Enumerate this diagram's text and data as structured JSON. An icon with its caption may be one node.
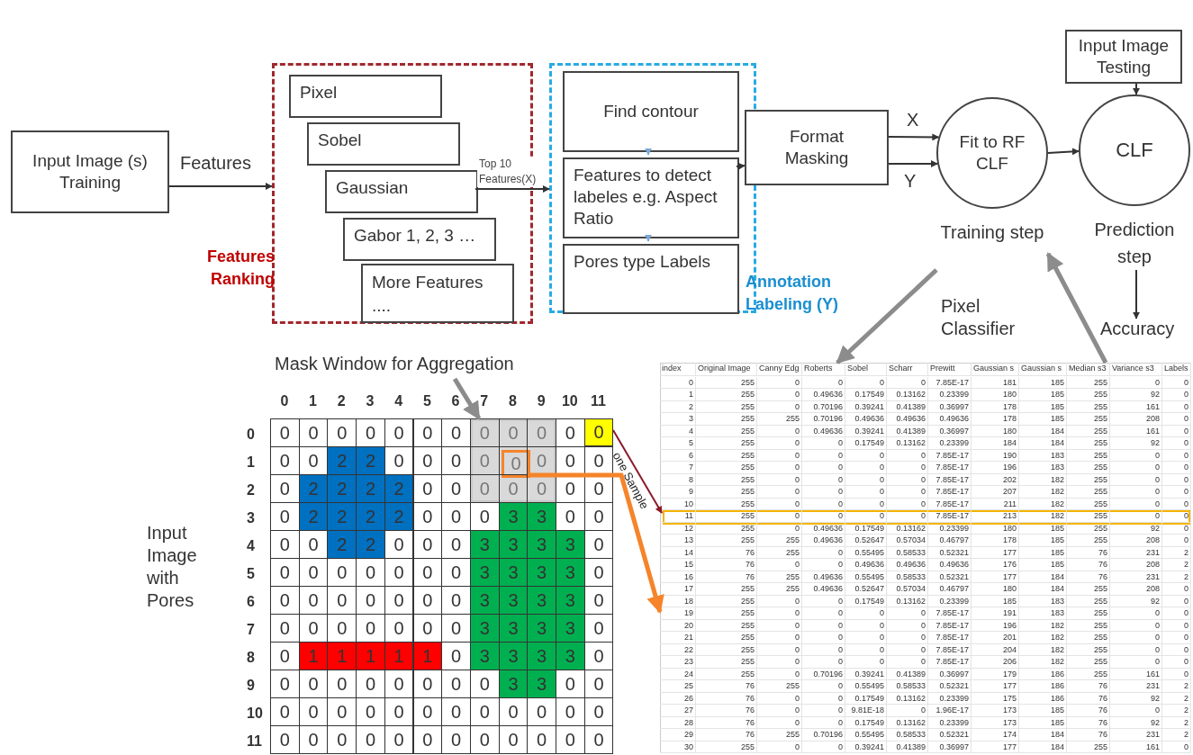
{
  "diagram": {
    "nodes": [
      {
        "text": [
          "Input Image (s) Training"
        ]
      },
      {
        "text": [
          "Features Ranking"
        ]
      },
      {
        "text": [
          "Pixel"
        ],
        "in": 1
      },
      {
        "text": [
          "Sobel"
        ],
        "in": 1
      },
      {
        "text": [
          "Gaussian"
        ],
        "in": 1
      },
      {
        "text": [
          "Gabor 1, 2, 3 …"
        ],
        "in": 1
      },
      {
        "text": [
          "More Features",
          "...."
        ],
        "in": 1
      },
      {
        "text": [
          "Annotation Labeling (Y)"
        ]
      },
      {
        "text": [
          "Find contour"
        ],
        "in": 7
      },
      {
        "text": [
          "Features to detect labeles e.g. Aspect Ratio"
        ],
        "in": 7
      },
      {
        "text": [
          "Pores type Labels"
        ],
        "in": 7
      },
      {
        "text": [
          "Format Masking"
        ]
      },
      {
        "text": [
          "Fit to RF CLF"
        ],
        "beside": [
          "Training step"
        ]
      },
      {
        "text": [
          "Input Image Testing"
        ]
      },
      {
        "text": [
          "CLF"
        ],
        "beside": [
          "Prediction step"
        ]
      },
      {
        "text": [
          "Accuracy"
        ]
      },
      {
        "text": [],
        "shape": "box"
      },
      {
        "text": [],
        "shape": "box",
        "in": 16
      },
      {
        "text": [
          "Mask Window for Aggregation"
        ]
      },
      {
        "text": [],
        "shape": "box"
      },
      {
        "text": [
          "0"
        ],
        "in": 19
      },
      {
        "text": [
          "0"
        ]
      }
    ],
    "edges": [
      {
        "from": 0,
        "to": 1,
        "arrow": "to",
        "label": "Features"
      },
      {
        "from": 4,
        "to": 7,
        "arrow": "to",
        "label": "Top 10 Features(X)"
      },
      {
        "from": 8,
        "to": 9,
        "arrow": "to",
        "color": "#7ba7d6"
      },
      {
        "from": 9,
        "to": 10,
        "arrow": "to",
        "color": "#7ba7d6"
      },
      {
        "from": 9,
        "to": 11,
        "arrow": "to"
      },
      {
        "from": 11,
        "to": 12,
        "arrow": "to",
        "label": "X"
      },
      {
        "from": 11,
        "to": 12,
        "arrow": "to",
        "label": "Y"
      },
      {
        "from": 12,
        "to": 14,
        "arrow": "to"
      },
      {
        "from": 13,
        "to": 14,
        "arrow": "to"
      },
      {
        "from": 14,
        "to": 15,
        "arrow": "to"
      },
      {
        "from": 12,
        "to": 16,
        "arrow": "to",
        "style": "thick",
        "color": "#8c8c8c"
      },
      {
        "from": 16,
        "to": 12,
        "arrow": "to",
        "style": "thick",
        "color": "#8c8c8c"
      },
      {
        "from": 18,
        "to": 19,
        "arrow": "to",
        "style": "thick",
        "color": "#8c8c8c"
      },
      {
        "from": 21,
        "to": 17,
        "arrow": "to",
        "label": "one Sample",
        "color": "#8b1a2a"
      },
      {
        "from": 20,
        "to": 16,
        "arrow": "to",
        "style": "thick",
        "color": "#f5842a"
      }
    ],
    "labels": [
      "Pixel Classifier",
      "Input Image with Pores",
      "0",
      "1",
      "2",
      "3",
      "4",
      "5",
      "6",
      "7",
      "8",
      "9",
      "10",
      "11",
      "0",
      "0",
      "0",
      "0",
      "0",
      "0",
      "0",
      "0",
      "0",
      "0",
      "0",
      "0",
      "1",
      "0",
      "0",
      "2",
      "2",
      "0",
      "0",
      "0",
      "0",
      "0",
      "0",
      "0",
      "2",
      "0",
      "2",
      "2",
      "2",
      "2",
      "0",
      "0",
      "0",
      "0",
      "0",
      "0",
      "0",
      "3",
      "0",
      "2",
      "2",
      "2",
      "2",
      "0",
      "0",
      "0",
      "3",
      "3",
      "0",
      "0",
      "4",
      "0",
      "0",
      "2",
      "2",
      "0",
      "0",
      "0",
      "3",
      "3",
      "3",
      "3",
      "0",
      "5",
      "0",
      "0",
      "0",
      "0",
      "0",
      "0",
      "0",
      "3",
      "3",
      "3",
      "3",
      "0",
      "6",
      "0",
      "0",
      "0",
      "0",
      "0",
      "0",
      "0",
      "3",
      "3",
      "3",
      "3",
      "0",
      "7",
      "0",
      "0",
      "0",
      "0",
      "0",
      "0",
      "0",
      "3",
      "3",
      "3",
      "3",
      "0",
      "8",
      "0",
      "1",
      "1",
      "1",
      "1",
      "1",
      "0",
      "3",
      "3",
      "3",
      "3",
      "0",
      "9",
      "0",
      "0",
      "0",
      "0",
      "0",
      "0",
      "0",
      "0",
      "3",
      "3",
      "0",
      "0",
      "10",
      "0",
      "0",
      "0",
      "0",
      "0",
      "0",
      "0",
      "0",
      "0",
      "0",
      "0",
      "0",
      "11",
      "0",
      "0",
      "0",
      "0",
      "0",
      "0",
      "0",
      "0",
      "0",
      "0",
      "0",
      "0",
      "index",
      "Original Image",
      "Canny Edg",
      "Roberts",
      "Sobel",
      "Scharr",
      "Prewitt",
      "Gaussian s",
      "Gaussian s",
      "Median s3",
      "Variance s3",
      "Labels",
      "0",
      "255",
      "0",
      "0",
      "0",
      "0",
      "7.85E-17",
      "181",
      "185",
      "255",
      "0",
      "0",
      "1",
      "255",
      "0",
      "0.49636",
      "0.17549",
      "0.13162",
      "0.23399",
      "180",
      "185",
      "255",
      "92",
      "0",
      "2",
      "255",
      "0",
      "0.70196",
      "0.39241",
      "0.41389",
      "0.36997",
      "178",
      "185",
      "255",
      "161",
      "0",
      "3",
      "255",
      "255",
      "0.70196",
      "0.49636",
      "0.49636",
      "0.49636",
      "178",
      "185",
      "255",
      "208",
      "0",
      "4",
      "255",
      "0",
      "0.49636",
      "0.39241",
      "0.41389",
      "0.36997",
      "180",
      "184",
      "255",
      "161",
      "0",
      "5",
      "255",
      "0",
      "0",
      "0.17549",
      "0.13162",
      "0.23399",
      "184",
      "184",
      "255",
      "92",
      "0",
      "6",
      "255",
      "0",
      "0",
      "0",
      "0",
      "7.85E-17",
      "190",
      "183",
      "255",
      "0",
      "0",
      "7",
      "255",
      "0",
      "0",
      "0",
      "0",
      "7.85E-17",
      "196",
      "183",
      "255",
      "0",
      "0",
      "8",
      "255",
      "0",
      "0",
      "0",
      "0",
      "7.85E-17",
      "202",
      "182",
      "255",
      "0",
      "0",
      "9",
      "255",
      "0",
      "0",
      "0",
      "0",
      "7.85E-17",
      "207",
      "182",
      "255",
      "0",
      "0",
      "10",
      "255",
      "0",
      "0",
      "0",
      "0",
      "7.85E-17",
      "211",
      "182",
      "255",
      "0",
      "0",
      "11",
      "255",
      "0",
      "0",
      "0",
      "0",
      "7.85E-17",
      "213",
      "182",
      "255",
      "0",
      "0",
      "12",
      "255",
      "0",
      "0.49636",
      "0.17549",
      "0.13162",
      "0.23399",
      "180",
      "185",
      "255",
      "92",
      "0",
      "13",
      "255",
      "255",
      "0.49636",
      "0.52647",
      "0.57034",
      "0.46797",
      "178",
      "185",
      "255",
      "208",
      "0",
      "14",
      "76",
      "255",
      "0",
      "0.55495",
      "0.58533",
      "0.52321",
      "177",
      "185",
      "76",
      "231",
      "2",
      "15",
      "76",
      "0",
      "0",
      "0.49636",
      "0.49636",
      "0.49636",
      "176",
      "185",
      "76",
      "208",
      "2",
      "16",
      "76",
      "255",
      "0.49636",
      "0.55495",
      "0.58533",
      "0.52321",
      "177",
      "184",
      "76",
      "231",
      "2",
      "17",
      "255",
      "255",
      "0.49636",
      "0.52647",
      "0.57034",
      "0.46797",
      "180",
      "184",
      "255",
      "208",
      "0",
      "18",
      "255",
      "0",
      "0",
      "0.17549",
      "0.13162",
      "0.23399",
      "185",
      "183",
      "255",
      "92",
      "0",
      "19",
      "255",
      "0",
      "0",
      "0",
      "0",
      "7.85E-17",
      "191",
      "183",
      "255",
      "0",
      "0",
      "20",
      "255",
      "0",
      "0",
      "0",
      "0",
      "7.85E-17",
      "196",
      "182",
      "255",
      "0",
      "0",
      "21",
      "255",
      "0",
      "0",
      "0",
      "0",
      "7.85E-17",
      "201",
      "182",
      "255",
      "0",
      "0",
      "22",
      "255",
      "0",
      "0",
      "0",
      "0",
      "7.85E-17",
      "204",
      "182",
      "255",
      "0",
      "0",
      "23",
      "255",
      "0",
      "0",
      "0",
      "0",
      "7.85E-17",
      "206",
      "182",
      "255",
      "0",
      "0",
      "24",
      "255",
      "0",
      "0.70196",
      "0.39241",
      "0.41389",
      "0.36997",
      "179",
      "186",
      "255",
      "161",
      "0",
      "25",
      "76",
      "255",
      "0",
      "0.55495",
      "0.58533",
      "0.52321",
      "177",
      "186",
      "76",
      "231",
      "2",
      "26",
      "76",
      "0",
      "0",
      "0.17549",
      "0.13162",
      "0.23399",
      "175",
      "186",
      "76",
      "92",
      "2",
      "27",
      "76",
      "0",
      "0",
      "9.81E-18",
      "0",
      "1.96E-17",
      "173",
      "185",
      "76",
      "0",
      "2",
      "28",
      "76",
      "0",
      "0",
      "0.17549",
      "0.13162",
      "0.23399",
      "173",
      "185",
      "76",
      "92",
      "2",
      "29",
      "76",
      "255",
      "0.70196",
      "0.55495",
      "0.58533",
      "0.52321",
      "174",
      "184",
      "76",
      "231",
      "2",
      "30",
      "255",
      "0",
      "0",
      "0.39241",
      "0.41389",
      "0.36997",
      "177",
      "184",
      "255",
      "161",
      "0"
    ]
  }
}
